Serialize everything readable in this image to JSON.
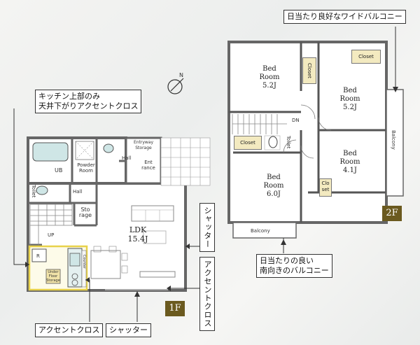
{
  "callouts": {
    "top_right": "日当たり良好なワイドバルコニー",
    "top_left_1": "キッチン上部のみ",
    "top_left_2": "天井下がりアクセントクロス",
    "bottom_mid_1": "日当たりの良い",
    "bottom_mid_2": "南向きのバルコニー",
    "shutter_right": "シャッター",
    "accent_right": "アクセントクロス",
    "accent_bottom": "アクセントクロス",
    "shutter_bottom": "シャッター"
  },
  "floors": {
    "first": "1F",
    "second": "2F"
  },
  "compass": {
    "north": "N"
  },
  "second_floor": {
    "bed1": {
      "name": "Bed\nRoom",
      "size": "5.2J"
    },
    "bed2": {
      "name": "Bed\nRoom",
      "size": "5.2J"
    },
    "bed3": {
      "name": "Bed\nRoom",
      "size": "4.1J"
    },
    "bed4": {
      "name": "Bed\nRoom",
      "size": "6.0J"
    },
    "closet1": "Closet",
    "closet2": "Closet",
    "closet3": "Closet",
    "closet4": "Clo\nset",
    "toilet": "Toilet",
    "dn": "DN",
    "balcony_right": "Balcony",
    "balcony_bottom": "Balcony"
  },
  "first_floor": {
    "ldk_name": "LDK",
    "ldk_size": "15.4J",
    "ub": "UB",
    "powder": "Powder\nRoom",
    "entry_storage": "Entryway\nStorage",
    "hall1": "Hall",
    "entrance": "Ent\nrance",
    "toilet": "Toilet",
    "hall2": "Hall",
    "storage": "Sto\nrage",
    "up": "UP",
    "r": "R",
    "floor_storage": "Under\nFloor\nStorage",
    "counter": "Counter"
  }
}
